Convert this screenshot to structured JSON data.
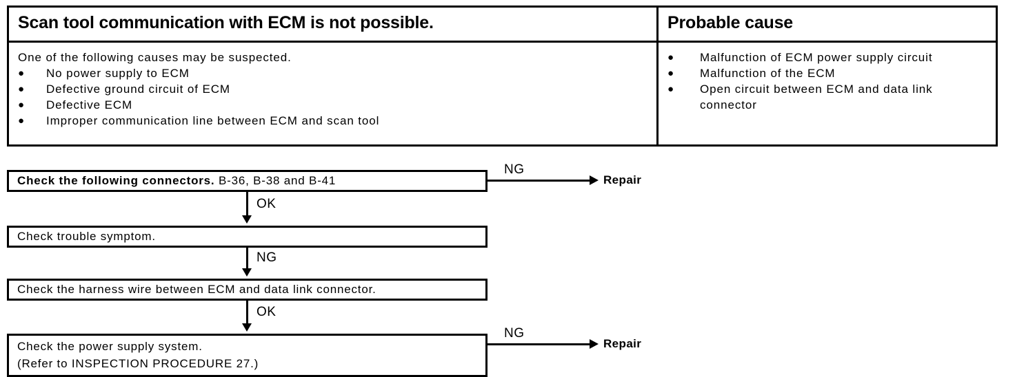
{
  "symptom_table": {
    "headers": {
      "symptom": "Scan tool communication with ECM is  not possible.",
      "probable_cause": "Probable cause"
    },
    "symptom_cell": {
      "intro": "One of the following causes may be suspected.",
      "bullets": [
        "No power supply to ECM",
        "Defective ground circuit of ECM",
        "Defective ECM",
        "Improper communication line between ECM and scan tool"
      ]
    },
    "probable_cause_cell": {
      "bullets": [
        "Malfunction of ECM power supply circuit",
        "Malfunction of the ECM",
        "Open circuit between ECM and data link"
      ],
      "bullet3_wrap": "connector"
    },
    "bullet_glyph": "●"
  },
  "flowchart": {
    "steps": [
      {
        "id": "step-1",
        "text_bold": "Check the following connectors.",
        "text_rest": " B-36, B-38 and B-41"
      },
      {
        "id": "step-2",
        "text": "Check trouble symptom."
      },
      {
        "id": "step-3",
        "text": "Check the harness wire between ECM and data link connector."
      },
      {
        "id": "step-4",
        "line1": "Check the power supply system.",
        "line2": "(Refer to INSPECTION PROCEDURE 27.)"
      }
    ],
    "vertical_labels": [
      "OK",
      "NG",
      "OK"
    ],
    "branches": [
      {
        "label": "NG",
        "result": "Repair"
      },
      {
        "label": "NG",
        "result": "Repair"
      }
    ]
  },
  "colors": {
    "ink": "#000000",
    "paper": "#ffffff"
  }
}
